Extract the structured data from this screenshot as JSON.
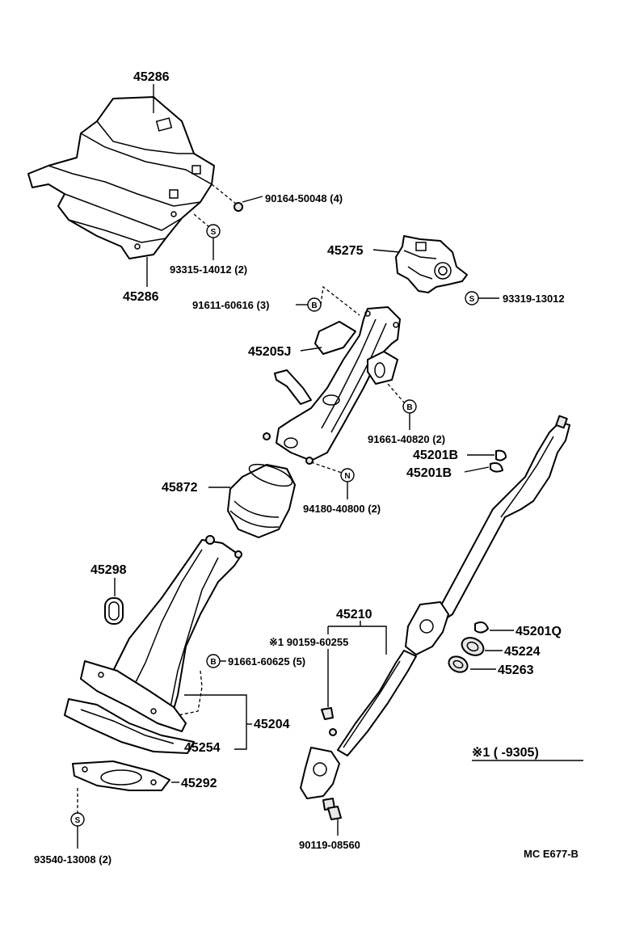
{
  "labels": {
    "p45286_top": "45286",
    "p45286_bottom": "45286",
    "p90164": "90164-50048 (4)",
    "p93315": "93315-14012 (2)",
    "p45275": "45275",
    "p93319": "93319-13012",
    "p91611": "91611-60616 (3)",
    "p45205J": "45205J",
    "p91661_40820": "91661-40820 (2)",
    "p45201B_a": "45201B",
    "p45201B_b": "45201B",
    "p45872": "45872",
    "p94180": "94180-40800 (2)",
    "p45298": "45298",
    "p45210": "45210",
    "p90159": "※1 90159-60255",
    "p91661_60625": "91661-60625 (5)",
    "p45201Q": "45201Q",
    "p45224": "45224",
    "p45263": "45263",
    "p45204": "45204",
    "p45254": "45254",
    "p45292": "45292",
    "p93540": "93540-13008 (2)",
    "p90119": "90119-08560",
    "note": "※1 (       -9305)",
    "code": "MC E677-B"
  },
  "badges": {
    "s": "S",
    "b": "B",
    "n": "N"
  }
}
